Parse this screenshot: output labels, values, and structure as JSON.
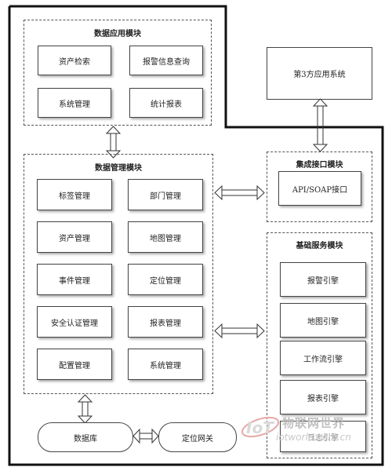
{
  "data_app_module": {
    "title": "数据应用模块",
    "items": [
      "资产检索",
      "报警信息查询",
      "系统管理",
      "统计报表"
    ]
  },
  "data_mgmt_module": {
    "title": "数据管理模块",
    "items": [
      "标签管理",
      "部门管理",
      "资产管理",
      "地图管理",
      "事件管理",
      "定位管理",
      "安全认证管理",
      "报表管理",
      "配置管理",
      "系统管理"
    ]
  },
  "third_party": {
    "label": "第3方应用系统"
  },
  "integration_module": {
    "title": "集成接口模块",
    "item": "API/SOAP接口"
  },
  "base_service_module": {
    "title": "基础服务模块",
    "items": [
      "报警引擎",
      "地图引擎",
      "工作流引擎",
      "报表引擎"
    ],
    "partial_item": "日志引擎"
  },
  "database": {
    "label": "数据库"
  },
  "positioning_gateway": {
    "label": "定位网关"
  },
  "watermark": {
    "cn": "物联网世界",
    "en": "iotworld.com.cn"
  }
}
